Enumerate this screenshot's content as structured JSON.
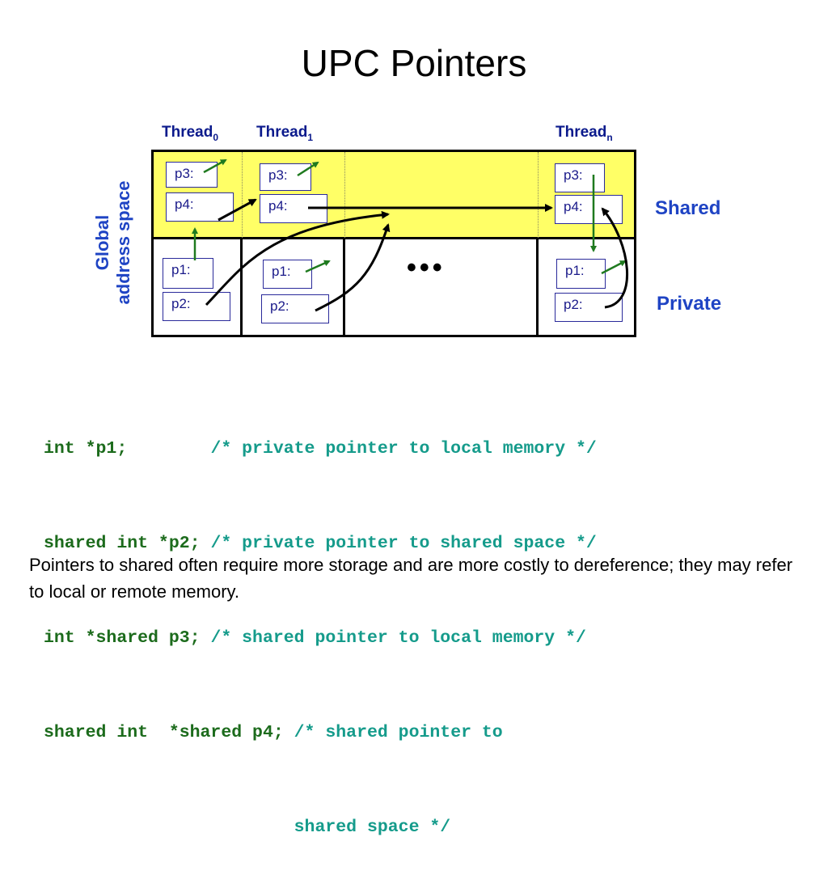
{
  "title": "UPC Pointers",
  "threads": [
    {
      "name": "Thread",
      "sub": "0"
    },
    {
      "name": "Thread",
      "sub": "1"
    },
    {
      "name": "Thread",
      "sub": "n"
    }
  ],
  "global_label": {
    "line1": "Global",
    "line2": "address space"
  },
  "regions": {
    "shared": "Shared",
    "private": "Private"
  },
  "pointer_labels": {
    "p1": "p1:",
    "p2": "p2:",
    "p3": "p3:",
    "p4": "p4:"
  },
  "ellipsis": "•••",
  "code": [
    {
      "decl": "int *p1;        ",
      "comment": "/* private pointer to local memory */"
    },
    {
      "decl": "shared int *p2; ",
      "comment": "/* private pointer to shared space */"
    },
    {
      "decl": "int *shared p3; ",
      "comment": "/* shared pointer to local memory */"
    },
    {
      "decl": "shared int  *shared p4; ",
      "comment": "/* shared pointer to"
    },
    {
      "decl": "                        ",
      "comment": "shared space */"
    }
  ],
  "note": "Pointers to shared often require more storage and are more costly to dereference; they may refer to local or remote memory.",
  "colors": {
    "shared_band": "#ffff66",
    "thread_label": "#0b1a8c",
    "region_label": "#1f44c4",
    "code_decl": "#1c6b1c",
    "code_comment": "#159b8b",
    "arrow_green": "#1f7a1f",
    "arrow_black": "#000000"
  }
}
